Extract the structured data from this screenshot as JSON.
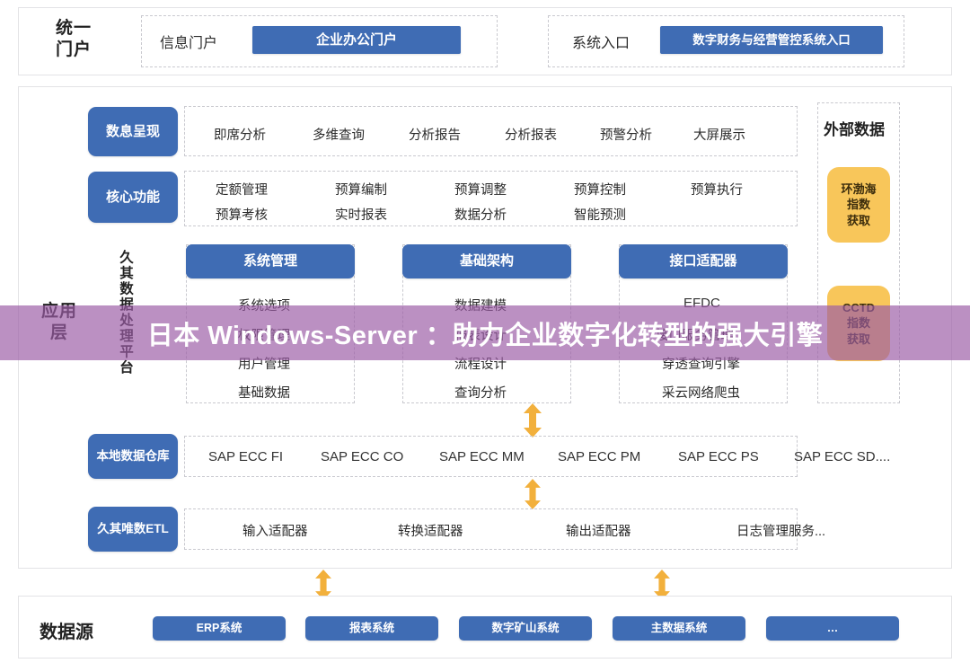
{
  "banner": {
    "text": "日本 Windows-Server ：助力企业数字化转型的强大引擎"
  },
  "watermark": {
    "text": "久其"
  },
  "portal": {
    "side_label": "统一\n门户",
    "side_label_line1": "统一",
    "side_label_line2": "门户",
    "groups": [
      {
        "label": "信息门户",
        "button": "企业办公门户"
      },
      {
        "label": "系统入口",
        "button": "数字财务与经营管控系统入口"
      }
    ]
  },
  "app_layer": {
    "side_label_line1": "应用",
    "side_label_line2": "层",
    "vertical_label": "久其数据处理平台",
    "rows": [
      {
        "tag": "数息呈现",
        "items": [
          "即席分析",
          "多维查询",
          "分析报告",
          "分析报表",
          "预警分析",
          "大屏展示"
        ]
      },
      {
        "tag": "核心功能",
        "line1": [
          "定额管理",
          "预算编制",
          "预算调整",
          "预算控制",
          "预算执行"
        ],
        "line2": [
          "预算考核",
          "实时报表",
          "数据分析",
          "智能预测"
        ]
      }
    ],
    "columns": [
      {
        "header": "系统管理",
        "items": [
          "系统选项",
          "权限管理",
          "用户管理",
          "基础数据"
        ]
      },
      {
        "header": "基础架构",
        "items": [
          "数据建模",
          "报表设计",
          "流程设计",
          "查询分析"
        ]
      },
      {
        "header": "接口适配器",
        "items": [
          "EFDC",
          "接口服务管理",
          "穿透查询引擎",
          "采云网络爬虫"
        ]
      }
    ],
    "warehouse": {
      "tag": "本地数据仓库",
      "items": [
        "SAP ECC FI",
        "SAP ECC CO",
        "SAP ECC MM",
        "SAP ECC PM",
        "SAP ECC PS",
        "SAP ECC SD...."
      ]
    },
    "etl": {
      "tag": "久其唯数ETL",
      "items": [
        "输入适配器",
        "转换适配器",
        "输出适配器",
        "日志管理服务..."
      ]
    },
    "external": {
      "header": "外部数据",
      "boxes": [
        {
          "line1": "环渤海",
          "line2": "指数",
          "line3": "获取"
        },
        {
          "line1": "CCTD",
          "line2": "指数",
          "line3": "获取"
        }
      ]
    }
  },
  "data_source": {
    "side_label": "数据源",
    "buttons": [
      "ERP系统",
      "报表系统",
      "数字矿山系统",
      "主数据系统",
      "…"
    ]
  },
  "colors": {
    "blue": "#3f6cb4",
    "orange": "#f8c65a",
    "banner_purple": "#9b5ca5",
    "panel_border": "#e3e3e6",
    "dashed_border": "#c9c9cf"
  }
}
